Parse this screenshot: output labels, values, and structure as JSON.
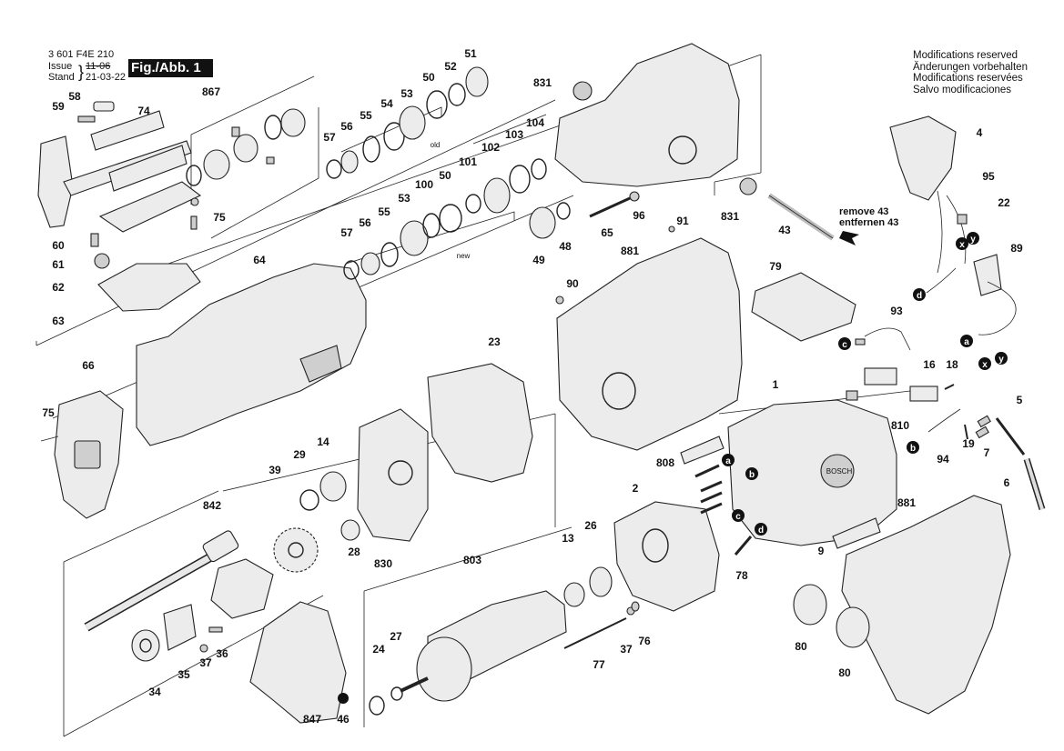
{
  "header": {
    "doc_number": "3 601 F4E 210",
    "issue_label": "Issue",
    "issue_value": "11-06",
    "stand_label": "Stand",
    "stand_value": "21-03-22",
    "figure": "Fig./Abb. 1"
  },
  "modifications": [
    "Modifications reserved",
    "Änderungen vorbehalten",
    "Modifications reservées",
    "Salvo modificaciones"
  ],
  "remove_note": [
    "remove 43",
    "entfernen 43"
  ],
  "variant_labels": {
    "old": "old",
    "new": "new"
  },
  "part_numbers": [
    "3 601 F4E 210"
  ],
  "labels": [
    {
      "id": "l58",
      "text": "58"
    },
    {
      "id": "l59",
      "text": "59"
    },
    {
      "id": "l74",
      "text": "74"
    },
    {
      "id": "l867",
      "text": "867"
    },
    {
      "id": "l57a",
      "text": "57"
    },
    {
      "id": "l56a",
      "text": "56"
    },
    {
      "id": "l55a",
      "text": "55"
    },
    {
      "id": "l54",
      "text": "54"
    },
    {
      "id": "l53a",
      "text": "53"
    },
    {
      "id": "l50a",
      "text": "50"
    },
    {
      "id": "l52",
      "text": "52"
    },
    {
      "id": "l51",
      "text": "51"
    },
    {
      "id": "l831a",
      "text": "831"
    },
    {
      "id": "l104",
      "text": "104"
    },
    {
      "id": "l103",
      "text": "103"
    },
    {
      "id": "l102",
      "text": "102"
    },
    {
      "id": "l101",
      "text": "101"
    },
    {
      "id": "l50b",
      "text": "50"
    },
    {
      "id": "l100",
      "text": "100"
    },
    {
      "id": "l53b",
      "text": "53"
    },
    {
      "id": "l55b",
      "text": "55"
    },
    {
      "id": "l56b",
      "text": "56"
    },
    {
      "id": "l57b",
      "text": "57"
    },
    {
      "id": "l49",
      "text": "49"
    },
    {
      "id": "l48",
      "text": "48"
    },
    {
      "id": "l65",
      "text": "65"
    },
    {
      "id": "l96",
      "text": "96"
    },
    {
      "id": "l831b",
      "text": "831"
    },
    {
      "id": "l43",
      "text": "43"
    },
    {
      "id": "l91",
      "text": "91"
    },
    {
      "id": "l881a",
      "text": "881"
    },
    {
      "id": "l90",
      "text": "90"
    },
    {
      "id": "l79",
      "text": "79"
    },
    {
      "id": "l75a",
      "text": "75"
    },
    {
      "id": "l60",
      "text": "60"
    },
    {
      "id": "l61",
      "text": "61"
    },
    {
      "id": "l62",
      "text": "62"
    },
    {
      "id": "l63",
      "text": "63"
    },
    {
      "id": "l64",
      "text": "64"
    },
    {
      "id": "l66",
      "text": "66"
    },
    {
      "id": "l75b",
      "text": "75"
    },
    {
      "id": "l23",
      "text": "23"
    },
    {
      "id": "l1",
      "text": "1"
    },
    {
      "id": "l4",
      "text": "4"
    },
    {
      "id": "l95",
      "text": "95"
    },
    {
      "id": "l22",
      "text": "22"
    },
    {
      "id": "l89",
      "text": "89"
    },
    {
      "id": "l93",
      "text": "93"
    },
    {
      "id": "l16",
      "text": "16"
    },
    {
      "id": "l18",
      "text": "18"
    },
    {
      "id": "l810",
      "text": "810"
    },
    {
      "id": "l5",
      "text": "5"
    },
    {
      "id": "l94",
      "text": "94"
    },
    {
      "id": "l19",
      "text": "19"
    },
    {
      "id": "l7",
      "text": "7"
    },
    {
      "id": "l6",
      "text": "6"
    },
    {
      "id": "l808",
      "text": "808"
    },
    {
      "id": "l29",
      "text": "29"
    },
    {
      "id": "l14",
      "text": "14"
    },
    {
      "id": "l39",
      "text": "39"
    },
    {
      "id": "l28",
      "text": "28"
    },
    {
      "id": "l830",
      "text": "830"
    },
    {
      "id": "l842",
      "text": "842"
    },
    {
      "id": "l2",
      "text": "2"
    },
    {
      "id": "l9",
      "text": "9"
    },
    {
      "id": "l78",
      "text": "78"
    },
    {
      "id": "l881b",
      "text": "881"
    },
    {
      "id": "l803",
      "text": "803"
    },
    {
      "id": "l13",
      "text": "13"
    },
    {
      "id": "l26",
      "text": "26"
    },
    {
      "id": "l27",
      "text": "27"
    },
    {
      "id": "l24",
      "text": "24"
    },
    {
      "id": "l77",
      "text": "77"
    },
    {
      "id": "l37a",
      "text": "37"
    },
    {
      "id": "l76",
      "text": "76"
    },
    {
      "id": "l80a",
      "text": "80"
    },
    {
      "id": "l80b",
      "text": "80"
    },
    {
      "id": "l34",
      "text": "34"
    },
    {
      "id": "l35",
      "text": "35"
    },
    {
      "id": "l37b",
      "text": "37"
    },
    {
      "id": "l36",
      "text": "36"
    },
    {
      "id": "l847",
      "text": "847"
    },
    {
      "id": "l46",
      "text": "46"
    }
  ],
  "connectors": [
    "a",
    "b",
    "c",
    "d",
    "x",
    "y"
  ],
  "brand_text": "BOSCH"
}
